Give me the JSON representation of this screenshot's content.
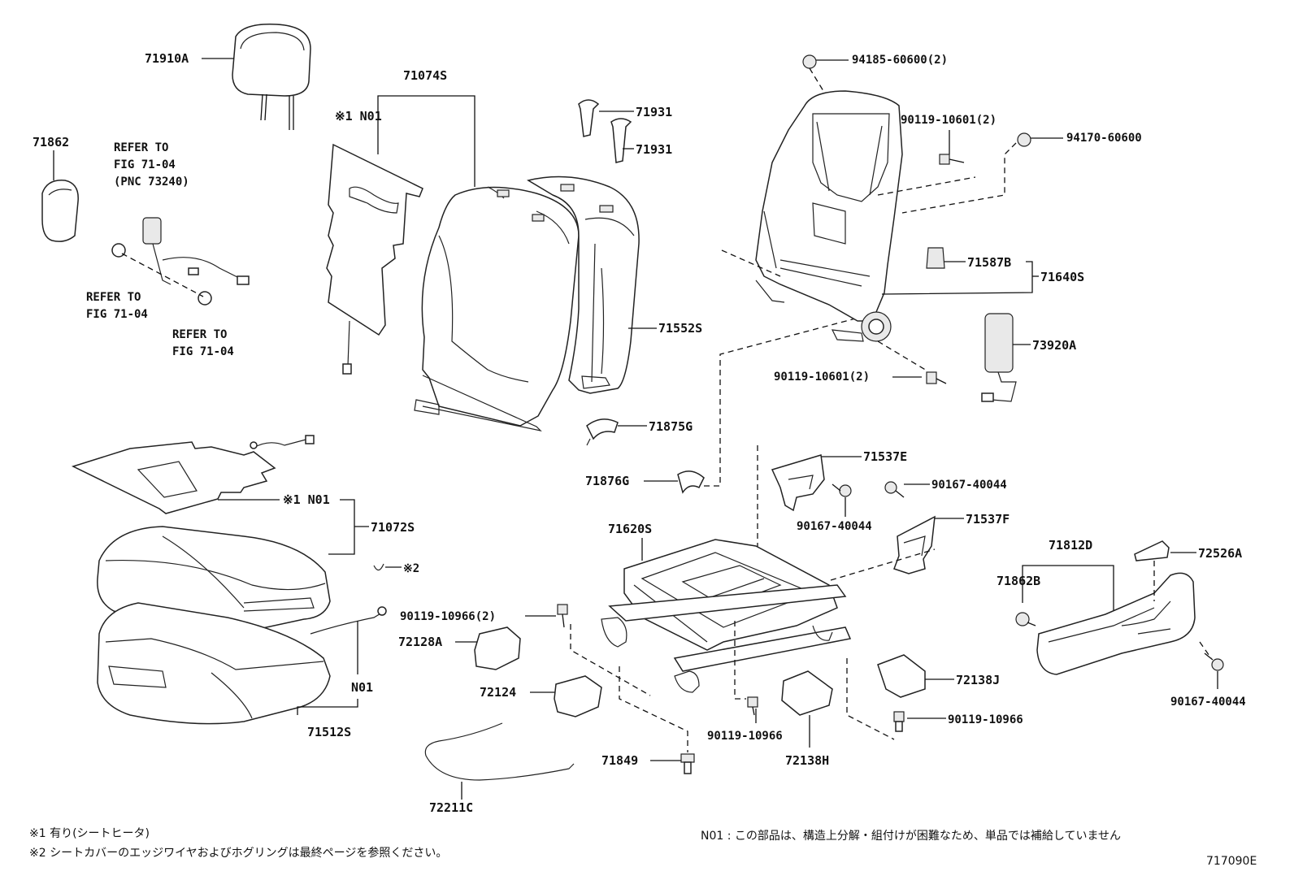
{
  "parts": {
    "p71910A": "71910A",
    "p71862": "71862",
    "refer1": [
      "REFER TO",
      "FIG 71-04",
      "(PNC 73240)"
    ],
    "refer2": [
      "REFER TO",
      "FIG 71-04"
    ],
    "refer3": [
      "REFER TO",
      "FIG 71-04"
    ],
    "p71074S": "71074S",
    "n01_heater_back": "※1 N01",
    "p71931a": "71931",
    "p71931b": "71931",
    "p71552S": "71552S",
    "p71875G": "71875G",
    "p71876G": "71876G",
    "p94185": "94185-60600(2)",
    "p90119_top": "90119-10601(2)",
    "p94170": "94170-60600",
    "p71587B": "71587B",
    "p71640S": "71640S",
    "p73920A": "73920A",
    "p90119_mid": "90119-10601(2)",
    "n01_heater_cushion": "※1 N01",
    "p71072S": "71072S",
    "mark2": "※2",
    "n01_cushion": "N01",
    "p71512S": "71512S",
    "p71537E": "71537E",
    "p90167_a": "90167-40044",
    "p90167_b": "90167-40044",
    "p71537F": "71537F",
    "p71620S": "71620S",
    "p90119_10966_2": "90119-10966(2)",
    "p72128A": "72128A",
    "p72124": "72124",
    "p71849": "71849",
    "p72211C": "72211C",
    "p90119_10966_a": "90119-10966",
    "p72138H": "72138H",
    "p72138J": "72138J",
    "p90119_10966_b": "90119-10966",
    "p71812D": "71812D",
    "p72526A": "72526A",
    "p71862B": "71862B",
    "p90167_c": "90167-40044"
  },
  "footnotes": {
    "note1": "※1 有り(シートヒータ)",
    "note2": "※2 シートカバーのエッジワイヤおよびホグリングは最終ページを参照ください。",
    "n01_note": "N01 : この部品は、構造上分解・組付けが困難なため、単品では補給していません",
    "figure_id": "717090E"
  }
}
